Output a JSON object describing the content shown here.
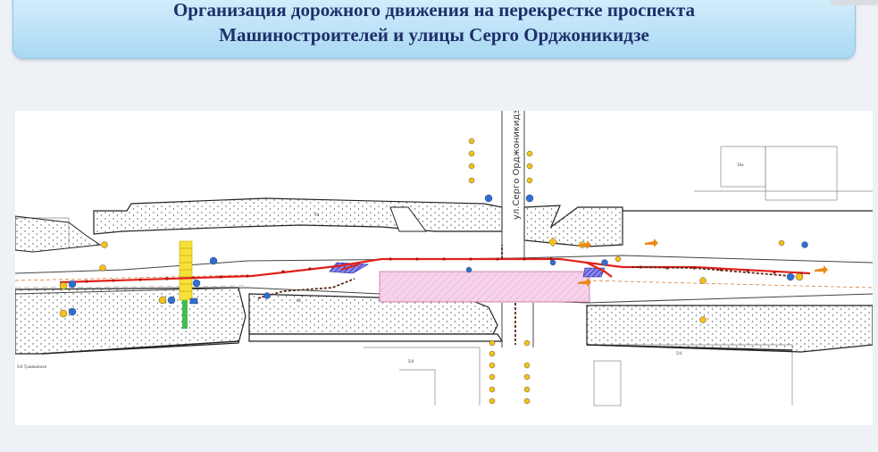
{
  "title": {
    "line1": "Организация дорожного движения на перекрестке проспекта",
    "line2": "Машиностроителей и улицы Серго Орджоникидзе"
  },
  "plan": {
    "street_label": "ул.Серго Орджоникидзе",
    "small_labels": [
      "59",
      "5/4",
      "5/4",
      "5/4 Трамвайная",
      "66",
      "19а"
    ],
    "colors": {
      "road_line": "#444444",
      "fence_red": "#e0211b",
      "fence_dark": "#5a2a1a",
      "work_zone": "#f4c9e4",
      "crossing_yellow": "#f5e13a",
      "crossing_green": "#3fbf4f",
      "blue_hatch": "#3a3ad6",
      "sign_yellow": "#f4c21a",
      "sign_blue": "#2c6fd6"
    }
  }
}
